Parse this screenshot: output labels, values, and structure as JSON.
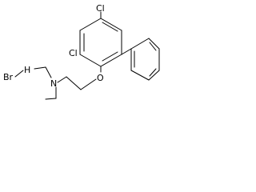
{
  "molecule": {
    "salt": {
      "bromine": "Br",
      "hydrogen": "H"
    },
    "atoms": {
      "nitrogen": "N",
      "oxygen": "O",
      "chlorine_top": "Cl",
      "chlorine_left": "Cl"
    }
  }
}
